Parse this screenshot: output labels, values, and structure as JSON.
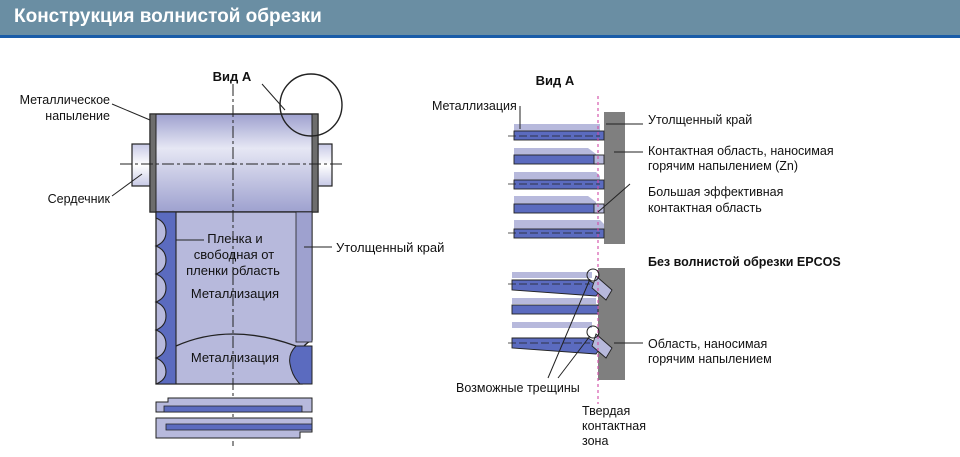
{
  "header": {
    "title": "Конструкция волнистой обрезки"
  },
  "left": {
    "view_label": "Вид А",
    "metal_spray_l1": "Металлическое",
    "metal_spray_l2": "напыление",
    "core": "Сердечник",
    "film_l1": "Пленка и",
    "film_l2": "свободная от",
    "film_l3": "пленки область",
    "metallization_top": "Металлизация",
    "metallization_bottom": "Металлизация",
    "thick_edge": "Утолщенный край"
  },
  "right": {
    "view_label": "Вид А",
    "metallization": "Металлизация",
    "thick_edge": "Утолщенный край",
    "contact_l1": "Контактная область, наносимая",
    "contact_l2": "горячим напылением (Zn)",
    "eff_contact_l1": "Большая эффективная",
    "eff_contact_l2": "контактная область",
    "no_wave": "Без волнистой обрезки EPCOS",
    "spray_area_l1": "Область, наносимая",
    "spray_area_l2": "горячим напылением",
    "cracks": "Возможные трещины",
    "hard_zone_l1": "Твердая",
    "hard_zone_l2": "контактная",
    "hard_zone_l3": "зона"
  },
  "colors": {
    "header_bg": "#6a8ea3",
    "header_border": "#1a5ca8",
    "film_light": "#b7b9dc",
    "film_blue": "#5b6bbf",
    "contact_gray": "#7f7f7f",
    "zone_line": "#d24aa6"
  }
}
